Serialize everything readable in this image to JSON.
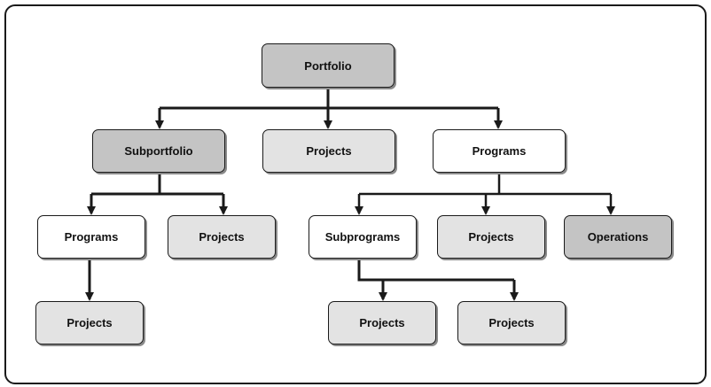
{
  "nodes": {
    "portfolio": {
      "label": "Portfolio"
    },
    "subportfolio": {
      "label": "Subportfolio"
    },
    "projects_l1": {
      "label": "Projects"
    },
    "programs_l1": {
      "label": "Programs"
    },
    "programs_l2": {
      "label": "Programs"
    },
    "projects_l2a": {
      "label": "Projects"
    },
    "subprograms": {
      "label": "Subprograms"
    },
    "projects_l2b": {
      "label": "Projects"
    },
    "operations": {
      "label": "Operations"
    },
    "projects_l3a": {
      "label": "Projects"
    },
    "projects_l3b": {
      "label": "Projects"
    },
    "projects_l3c": {
      "label": "Projects"
    }
  },
  "colors": {
    "dark_fill": "#c4c4c4",
    "light_fill": "#e3e3e3",
    "white_fill": "#ffffff",
    "line": "#1a1a1a"
  }
}
